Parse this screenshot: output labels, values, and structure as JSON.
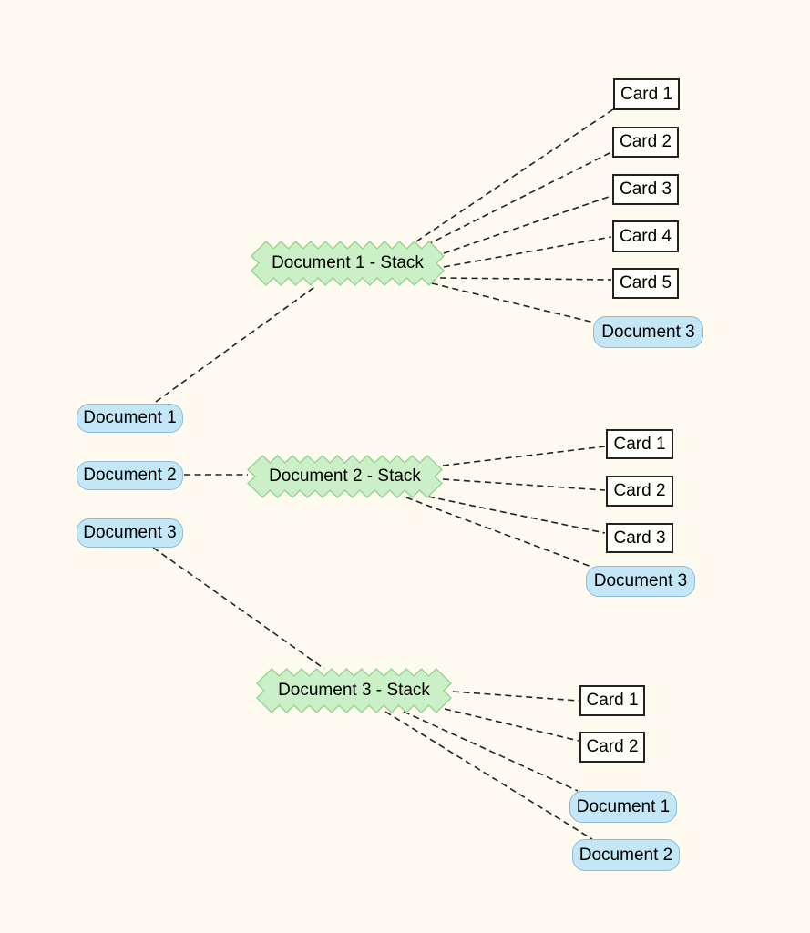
{
  "diagram": {
    "type": "graph",
    "background_color": "#FFFAF0",
    "colors": {
      "document_node_fill": "#C3E7F7",
      "document_node_border": "#8FBAD6",
      "stack_node_fill": "#CBEFC6",
      "stack_node_border": "#99D694",
      "card_node_fill": "#FFFEF8",
      "card_node_border": "#222222",
      "edge_color": "#222222"
    },
    "nodes": [
      {
        "id": "document-1",
        "shape": "rounded",
        "label": "Document 1"
      },
      {
        "id": "document-2",
        "shape": "rounded",
        "label": "Document 2"
      },
      {
        "id": "document-3",
        "shape": "rounded",
        "label": "Document 3"
      },
      {
        "id": "document-1-stack",
        "shape": "zigzag",
        "label": "Document 1 - Stack"
      },
      {
        "id": "document-2-stack",
        "shape": "zigzag",
        "label": "Document 2 - Stack"
      },
      {
        "id": "document-3-stack",
        "shape": "zigzag",
        "label": "Document 3 - Stack"
      },
      {
        "id": "stack1-card-1",
        "shape": "rect",
        "label": "Card 1"
      },
      {
        "id": "stack1-card-2",
        "shape": "rect",
        "label": "Card 2"
      },
      {
        "id": "stack1-card-3",
        "shape": "rect",
        "label": "Card 3"
      },
      {
        "id": "stack1-card-4",
        "shape": "rect",
        "label": "Card 4"
      },
      {
        "id": "stack1-card-5",
        "shape": "rect",
        "label": "Card 5"
      },
      {
        "id": "stack1-document-3",
        "shape": "rounded",
        "label": "Document 3"
      },
      {
        "id": "stack2-card-1",
        "shape": "rect",
        "label": "Card 1"
      },
      {
        "id": "stack2-card-2",
        "shape": "rect",
        "label": "Card 2"
      },
      {
        "id": "stack2-card-3",
        "shape": "rect",
        "label": "Card 3"
      },
      {
        "id": "stack2-document-3",
        "shape": "rounded",
        "label": "Document 3"
      },
      {
        "id": "stack3-card-1",
        "shape": "rect",
        "label": "Card 1"
      },
      {
        "id": "stack3-card-2",
        "shape": "rect",
        "label": "Card 2"
      },
      {
        "id": "stack3-document-1",
        "shape": "rounded",
        "label": "Document 1"
      },
      {
        "id": "stack3-document-2",
        "shape": "rounded",
        "label": "Document 2"
      }
    ],
    "edges": [
      {
        "from": "document-1",
        "to": "document-1-stack",
        "style": "dashed"
      },
      {
        "from": "document-2",
        "to": "document-2-stack",
        "style": "dashed"
      },
      {
        "from": "document-3",
        "to": "document-3-stack",
        "style": "dashed"
      },
      {
        "from": "document-1-stack",
        "to": "stack1-card-1",
        "style": "dashed"
      },
      {
        "from": "document-1-stack",
        "to": "stack1-card-2",
        "style": "dashed"
      },
      {
        "from": "document-1-stack",
        "to": "stack1-card-3",
        "style": "dashed"
      },
      {
        "from": "document-1-stack",
        "to": "stack1-card-4",
        "style": "dashed"
      },
      {
        "from": "document-1-stack",
        "to": "stack1-card-5",
        "style": "dashed"
      },
      {
        "from": "document-1-stack",
        "to": "stack1-document-3",
        "style": "dashed"
      },
      {
        "from": "document-2-stack",
        "to": "stack2-card-1",
        "style": "dashed"
      },
      {
        "from": "document-2-stack",
        "to": "stack2-card-2",
        "style": "dashed"
      },
      {
        "from": "document-2-stack",
        "to": "stack2-card-3",
        "style": "dashed"
      },
      {
        "from": "document-2-stack",
        "to": "stack2-document-3",
        "style": "dashed"
      },
      {
        "from": "document-3-stack",
        "to": "stack3-card-1",
        "style": "dashed"
      },
      {
        "from": "document-3-stack",
        "to": "stack3-card-2",
        "style": "dashed"
      },
      {
        "from": "document-3-stack",
        "to": "stack3-document-1",
        "style": "dashed"
      },
      {
        "from": "document-3-stack",
        "to": "stack3-document-2",
        "style": "dashed"
      }
    ]
  }
}
